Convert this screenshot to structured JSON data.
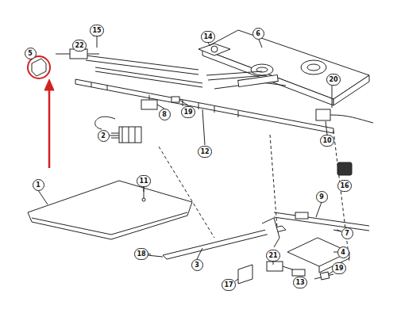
{
  "diagram": {
    "labels": [
      "15",
      "22",
      "5",
      "14",
      "6",
      "20",
      "8",
      "19",
      "10",
      "2",
      "12",
      "16",
      "11",
      "1",
      "9",
      "7",
      "4",
      "18",
      "3",
      "21",
      "17",
      "13",
      "19"
    ]
  }
}
